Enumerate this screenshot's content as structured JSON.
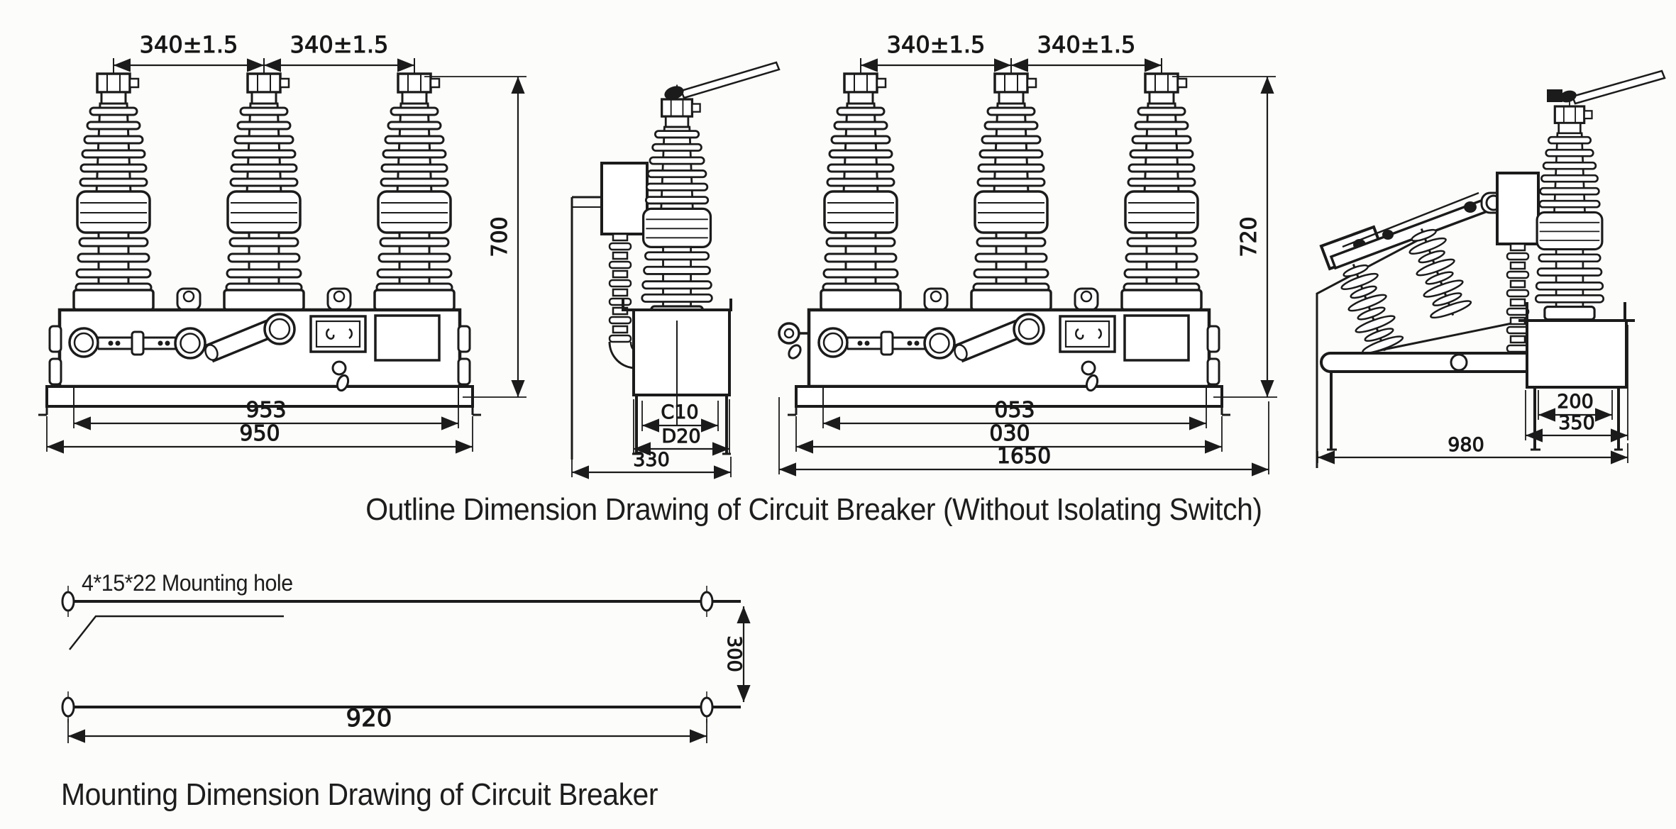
{
  "page": {
    "background": "#fcfcfa",
    "ink": "#1b1b1b"
  },
  "captions": {
    "outline": "Outline Dimension Drawing of Circuit Breaker (Without Isolating Switch)",
    "mounting": "Mounting Dimension Drawing of Circuit Breaker"
  },
  "outline_drawing": {
    "front_view": {
      "phase_spacing_left": "340±1.5",
      "phase_spacing_right": "340±1.5",
      "height": "700",
      "width_inner": "953",
      "width_overall": "950"
    },
    "side_view": {
      "depth_inner": "C10",
      "depth_middle": "D20",
      "depth_overall": "330"
    },
    "front_view_with_switch": {
      "phase_spacing_left": "340±1.5",
      "phase_spacing_right": "340±1.5",
      "height": "720",
      "width_inner": "053",
      "width_middle": "030",
      "length_overall": "1650"
    },
    "side_view_with_switch": {
      "depth_inner": "200",
      "depth_middle": "350",
      "depth_overall": "980"
    }
  },
  "mounting_drawing": {
    "hole_label": "4*15*22 Mounting hole",
    "width": "920",
    "height": "300"
  }
}
